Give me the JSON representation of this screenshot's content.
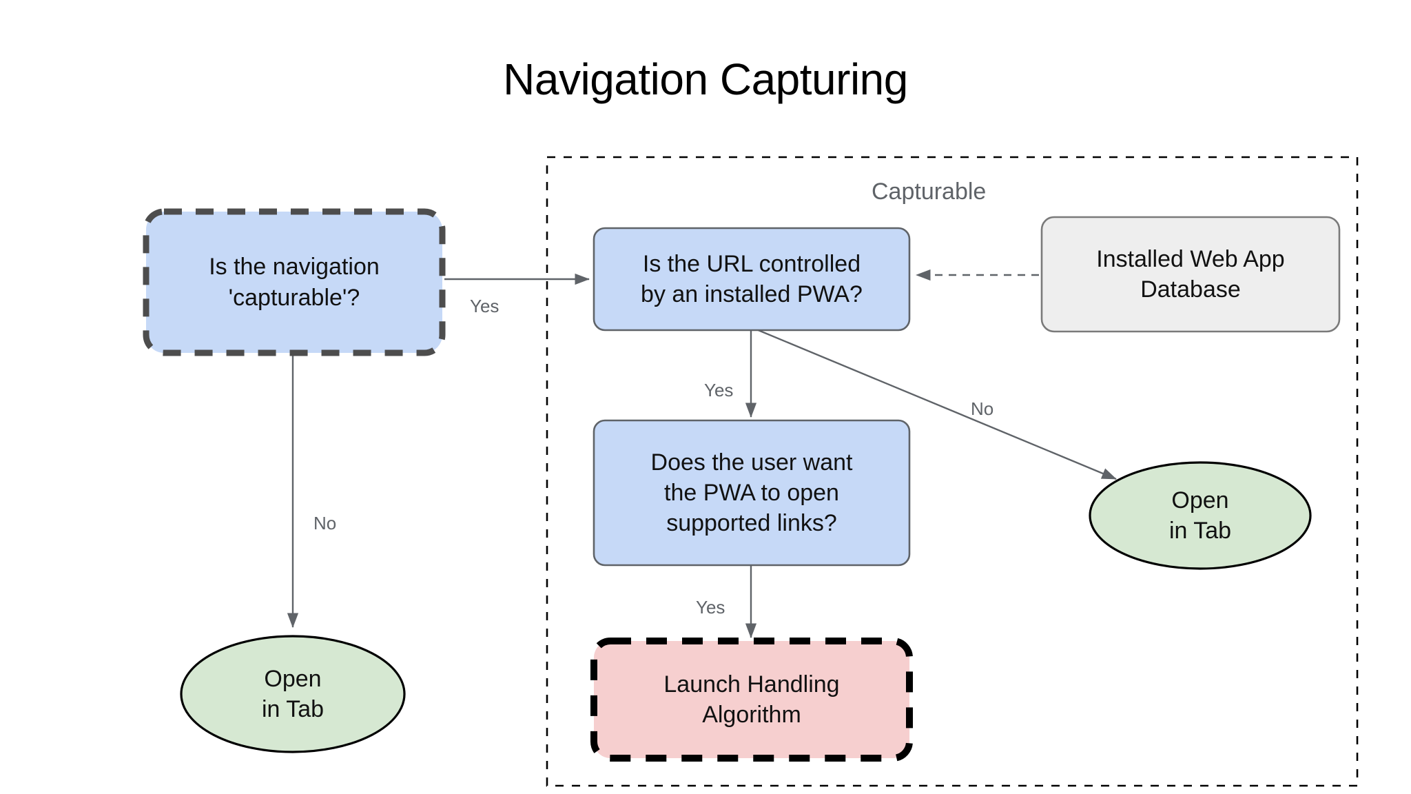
{
  "page": {
    "title": "Navigation Capturing",
    "background": "#ffffff"
  },
  "colors": {
    "decision_fill": "#c6d9f7",
    "decision_stroke": "#5f6368",
    "highlight_stroke": "#4d4d4d",
    "terminator_fill": "#d6e8d2",
    "terminator_stroke": "#000000",
    "database_fill": "#eeeeee",
    "database_stroke": "#7a7a7a",
    "process_fill": "#f6cfcf",
    "process_stroke": "#000000",
    "edge": "#5f6368",
    "label_text": "#5f6368",
    "group_text": "#5f6368",
    "group_stroke": "#000000"
  },
  "group": {
    "label": "Capturable"
  },
  "nodes": [
    {
      "id": "is-navigation-capturable",
      "label": "Is the navigation\n'capturable'?",
      "shape": "rounded-rect",
      "style": "decision-highlighted"
    },
    {
      "id": "is-url-controlled",
      "label": "Is the URL controlled\nby an installed PWA?",
      "shape": "rounded-rect",
      "style": "decision"
    },
    {
      "id": "installed-web-app-database",
      "label": "Installed Web App\nDatabase",
      "shape": "rounded-rect",
      "style": "database"
    },
    {
      "id": "does-user-want-pwa",
      "label": "Does the user want\nthe PWA to open\nsupported links?",
      "shape": "rounded-rect",
      "style": "decision"
    },
    {
      "id": "launch-handling-algorithm",
      "label": "Launch Handling\nAlgorithm",
      "shape": "rounded-rect",
      "style": "process-highlighted"
    },
    {
      "id": "open-in-tab-left",
      "label": "Open\nin Tab",
      "shape": "ellipse",
      "style": "terminator"
    },
    {
      "id": "open-in-tab-right",
      "label": "Open\nin Tab",
      "shape": "ellipse",
      "style": "terminator"
    }
  ],
  "edges": [
    {
      "id": "nav-to-url",
      "from": "is-navigation-capturable",
      "to": "is-url-controlled",
      "label": "Yes",
      "style": "solid"
    },
    {
      "id": "nav-to-tab",
      "from": "is-navigation-capturable",
      "to": "open-in-tab-left",
      "label": "No",
      "style": "solid"
    },
    {
      "id": "url-to-user",
      "from": "is-url-controlled",
      "to": "does-user-want-pwa",
      "label": "Yes",
      "style": "solid"
    },
    {
      "id": "url-to-tab",
      "from": "is-url-controlled",
      "to": "open-in-tab-right",
      "label": "No",
      "style": "solid"
    },
    {
      "id": "user-to-launch",
      "from": "does-user-want-pwa",
      "to": "launch-handling-algorithm",
      "label": "Yes",
      "style": "solid"
    },
    {
      "id": "db-to-url",
      "from": "installed-web-app-database",
      "to": "is-url-controlled",
      "label": "",
      "style": "dashed"
    }
  ]
}
